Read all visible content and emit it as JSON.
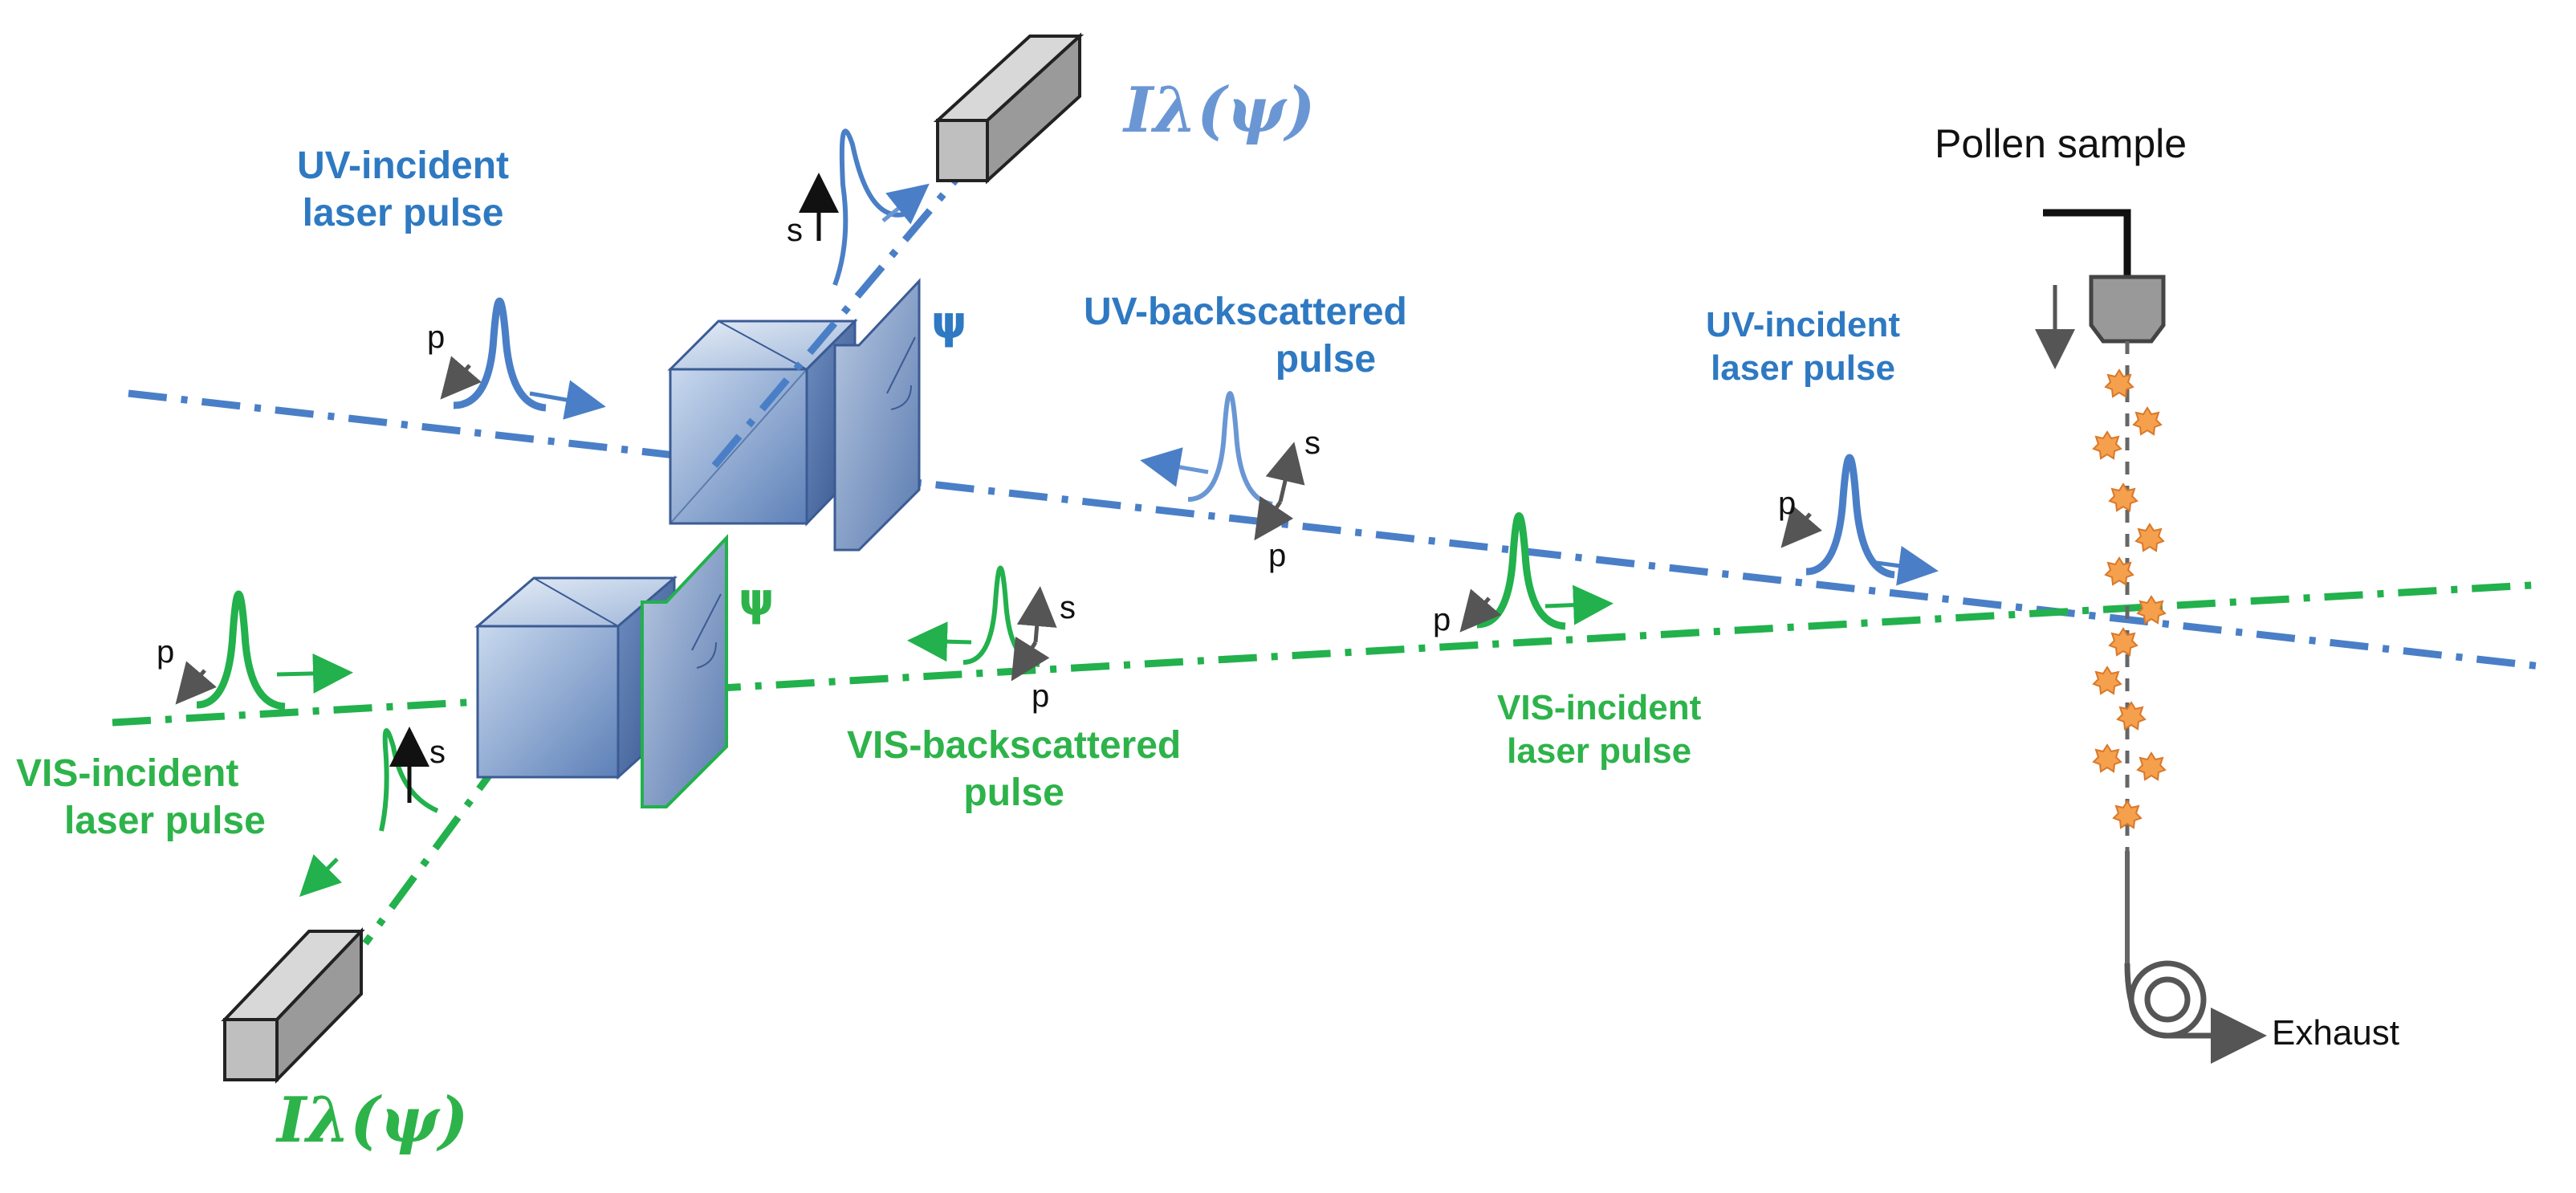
{
  "labels": {
    "uv_incident_left": [
      "UV-incident",
      "laser pulse"
    ],
    "uv_incident_right": [
      "UV-incident",
      "laser pulse"
    ],
    "uv_backscattered": [
      "UV-backscattered",
      "pulse"
    ],
    "vis_incident_left": [
      "VIS-incident",
      "laser pulse"
    ],
    "vis_incident_right": [
      "VIS-incident",
      "laser pulse"
    ],
    "vis_backscattered": [
      "VIS-backscattered",
      "pulse"
    ],
    "pollen_sample": "Pollen sample",
    "exhaust": "Exhaust",
    "intensity": "Iλ(ψ)",
    "psi": "ψ",
    "pol_s": "s",
    "pol_p": "p"
  },
  "colors": {
    "uv": "#4a7fc7",
    "uv_text": "#2e79c2",
    "vis": "#22b14c",
    "vis_text": "#2db34a",
    "particle": "#f5a04d",
    "arrow": "#555555"
  },
  "icons": {
    "detector": "grey-rectangular-box",
    "beamsplitter": "blue-cube",
    "polarizer": "tilted-plate",
    "nozzle": "sample-nozzle",
    "particle": "star-shaped-pollen",
    "coil": "spiral-tube"
  }
}
